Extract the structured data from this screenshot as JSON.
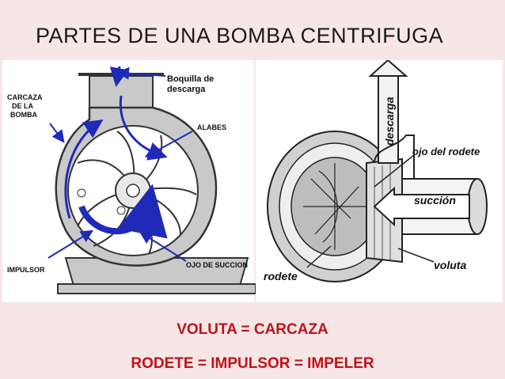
{
  "slide": {
    "title": "PARTES DE UNA BOMBA CENTRIFUGA"
  },
  "left_diagram": {
    "labels": {
      "carcaza_line1": "CARCAZA",
      "carcaza_line2": "DE LA",
      "carcaza_line3": "BOMBA",
      "boquilla_line1": "Boquilla de",
      "boquilla_line2": "descarga",
      "alabes": "ALABES",
      "impulsor": "IMPULSOR",
      "ojo_succion": "OJO DE SUCCION"
    }
  },
  "right_diagram": {
    "labels": {
      "descarga": "descarga",
      "ojo_rodete": "ojo del rodete",
      "succion": "succión",
      "rodete": "rodete",
      "voluta": "voluta"
    }
  },
  "captions": {
    "line1": "VOLUTA = CARCAZA",
    "line2": "RODETE = IMPULSOR = IMPELER"
  },
  "colors": {
    "caption": "#c0121a",
    "background": "#f6e6e6",
    "arrow": "#1f2bb8"
  }
}
